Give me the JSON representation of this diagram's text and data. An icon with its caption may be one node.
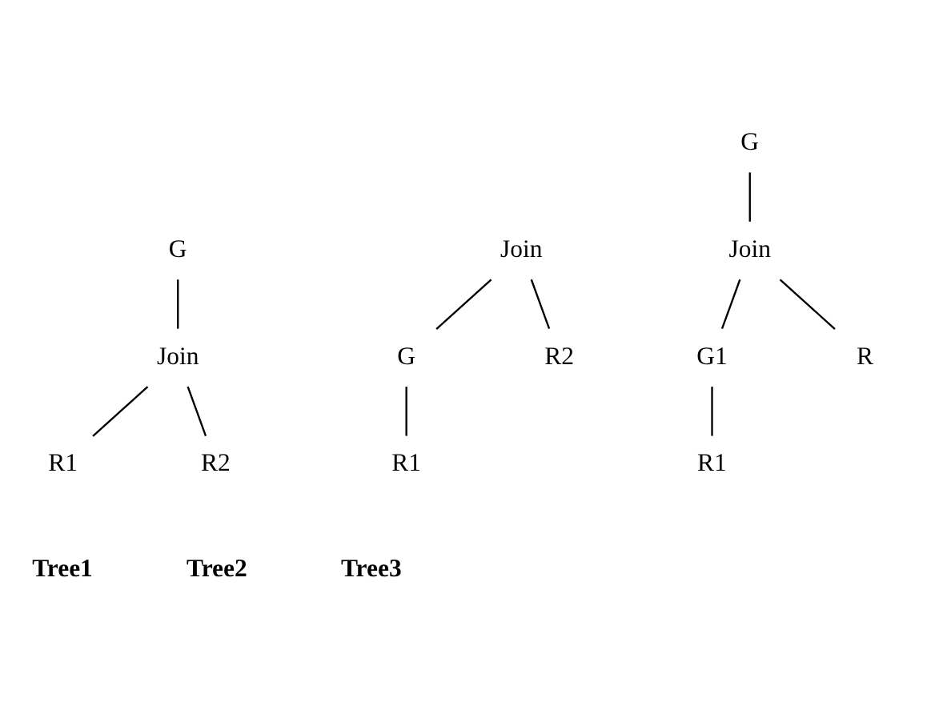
{
  "diagram": {
    "nodes": [
      {
        "text": [
          "G"
        ]
      },
      {
        "text": [
          "Join"
        ]
      },
      {
        "text": [
          "R1"
        ]
      },
      {
        "text": [
          "R2"
        ]
      },
      {
        "text": [
          "Join"
        ]
      },
      {
        "text": [
          "G"
        ]
      },
      {
        "text": [
          "R2"
        ]
      },
      {
        "text": [
          "R1"
        ]
      },
      {
        "text": [
          "G"
        ]
      },
      {
        "text": [
          "Join"
        ]
      },
      {
        "text": [
          "G1"
        ]
      },
      {
        "text": [
          "R"
        ]
      },
      {
        "text": [
          "R1"
        ]
      }
    ],
    "edges": [
      {
        "from": 0,
        "to": 1,
        "arrow": "none"
      },
      {
        "from": 1,
        "to": 2,
        "arrow": "none"
      },
      {
        "from": 1,
        "to": 3,
        "arrow": "none"
      },
      {
        "from": 4,
        "to": 5,
        "arrow": "none"
      },
      {
        "from": 4,
        "to": 6,
        "arrow": "none"
      },
      {
        "from": 5,
        "to": 7,
        "arrow": "none"
      },
      {
        "from": 8,
        "to": 9,
        "arrow": "none"
      },
      {
        "from": 9,
        "to": 10,
        "arrow": "none"
      },
      {
        "from": 9,
        "to": 11,
        "arrow": "none"
      },
      {
        "from": 10,
        "to": 12,
        "arrow": "none"
      }
    ],
    "labels": [
      "Tree1",
      "Tree2",
      "Tree3"
    ]
  }
}
